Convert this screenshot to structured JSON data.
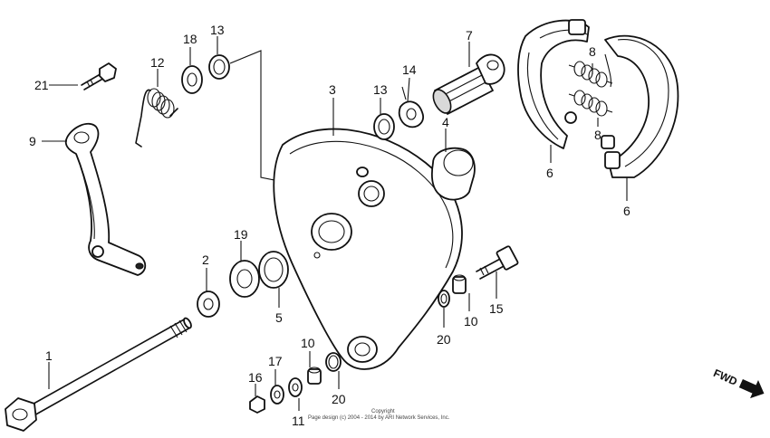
{
  "callouts": {
    "p1": "1",
    "p2": "2",
    "p3": "3",
    "p4": "4",
    "p5": "5",
    "p6a": "6",
    "p6b": "6",
    "p7": "7",
    "p8a": "8",
    "p8b": "8",
    "p9": "9",
    "p10a": "10",
    "p10b": "10",
    "p11": "11",
    "p12": "12",
    "p13a": "13",
    "p13b": "13",
    "p14": "14",
    "p15": "15",
    "p16": "16",
    "p17": "17",
    "p18": "18",
    "p19": "19",
    "p20a": "20",
    "p20b": "20",
    "p21": "21"
  },
  "direction_label": "FWD",
  "copyright": {
    "line1": "Copyright",
    "line2": "Page design (c) 2004 - 2014 by ARI Network Services, Inc."
  }
}
